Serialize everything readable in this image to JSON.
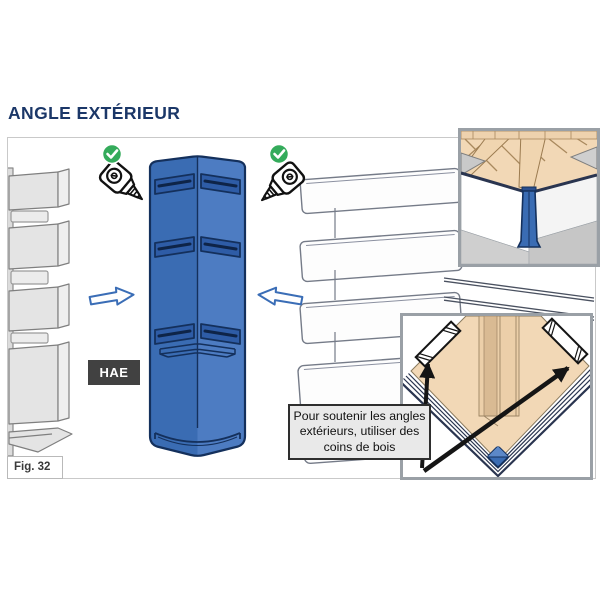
{
  "page": {
    "title": "ANGLE EXTÉRIEUR"
  },
  "figure": {
    "number_label": "Fig. 32",
    "part_code": "HAE",
    "callout_text": "Pour soutenir les angles extérieurs, utiliser des coins de bois",
    "icons": {
      "left_fastener": "screw-fastener-approved",
      "right_fastener": "screw-fastener-approved",
      "left_arrow": "install-direction-right",
      "right_arrow": "install-direction-left"
    },
    "colors": {
      "title_navy": "#1b3768",
      "corner_blue": "#3a6cb3",
      "corner_blue_light": "#4d7cc2",
      "corner_outline": "#14305c",
      "corner_band": "#2e5ca6",
      "check_green": "#34ab5b",
      "panel_gray": "#e4e4e4",
      "wood_tan": "#f2d8b6",
      "badge_dark": "#414141"
    }
  }
}
